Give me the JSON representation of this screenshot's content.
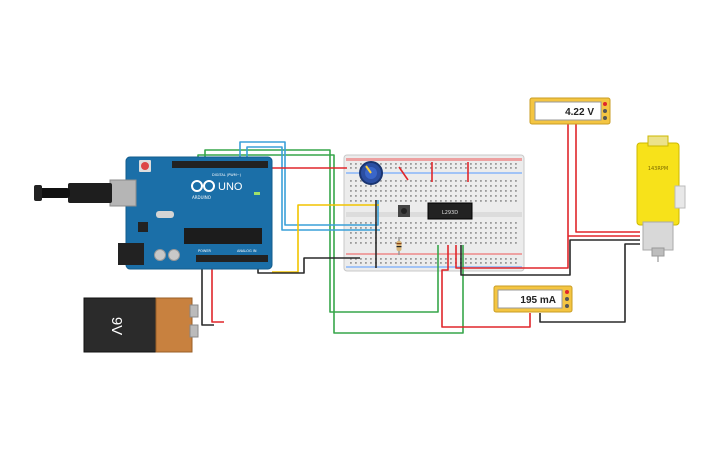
{
  "arduino": {
    "brand": "ARDUINO",
    "model": "UNO",
    "pin_header_label": "DIGITAL (PWM~)",
    "power_label": "POWER",
    "analog_label": "ANALOG IN"
  },
  "battery": {
    "label": "9V"
  },
  "driver_chip": {
    "label": "L293D"
  },
  "voltmeter": {
    "reading": "4.22 V"
  },
  "ammeter": {
    "reading": "195 mA"
  },
  "motor": {
    "label": "143RPM"
  },
  "colors": {
    "board": "#1b6fa8",
    "board_dark": "#145a8a",
    "wire_red": "#e0262b",
    "wire_black": "#2a2a2a",
    "wire_green": "#37a64a",
    "wire_blue": "#3aa0d8",
    "wire_yellow": "#f2c400",
    "meter_body": "#f4c542",
    "motor_body": "#f7e21a",
    "breadboard": "#ececec"
  }
}
